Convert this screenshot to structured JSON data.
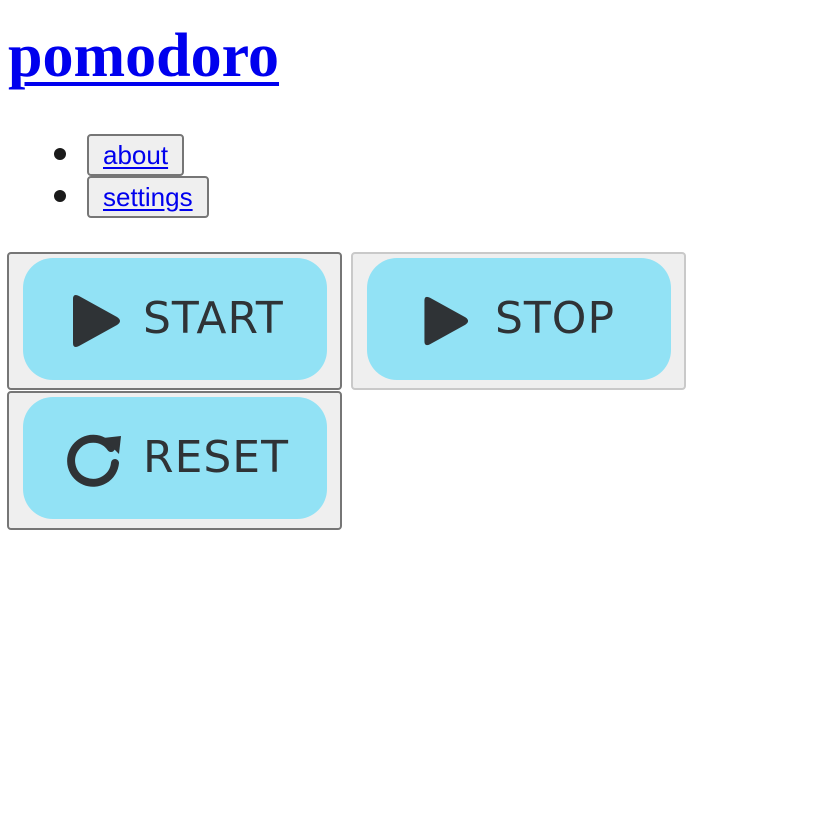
{
  "header": {
    "title": "pomodoro"
  },
  "nav": {
    "items": [
      {
        "label": "about"
      },
      {
        "label": "settings"
      }
    ]
  },
  "controls": {
    "start": {
      "label": "START",
      "icon": "play-icon"
    },
    "stop": {
      "label": "STOP",
      "icon": "play-icon"
    },
    "reset": {
      "label": "RESET",
      "icon": "reset-icon"
    }
  },
  "colors": {
    "link": "#0000ee",
    "button_fill": "#92e2f5",
    "button_face": "#efefef",
    "icon_dark": "#2f3336"
  }
}
